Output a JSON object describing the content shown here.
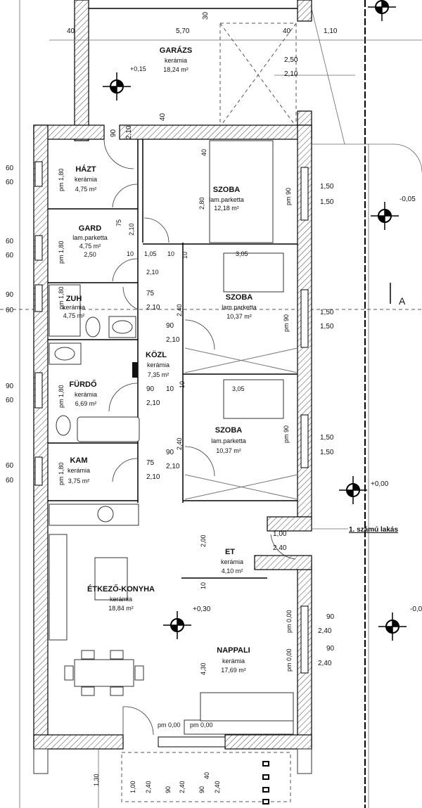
{
  "garage": {
    "name": "GARÁZS",
    "floor": "kerámia",
    "area": "18,24 m²",
    "level": "+0,15",
    "dims": [
      "40",
      "5,70",
      "40",
      "1,10",
      "30",
      "2,50",
      "2,10",
      "90",
      "2,10",
      "40"
    ]
  },
  "hazt": {
    "name": "HÁZT",
    "floor": "kerámia",
    "area": "4,75 m²",
    "sill": "pm 1,80",
    "win": [
      "60",
      "60"
    ]
  },
  "szoba1": {
    "name": "SZOBA",
    "floor": "lam.parketta",
    "area": "12,18 m²",
    "height": "2,80",
    "top": "40",
    "sill": "pm 90",
    "win": [
      "1,50",
      "1,50"
    ]
  },
  "gard": {
    "name": "GARD",
    "floor": "lam.parketta",
    "area": "4,75 m²",
    "extra": "2,50",
    "sill": "pm 1,80",
    "win": [
      "60",
      "60"
    ],
    "door": [
      "75",
      "2,10"
    ],
    "misc": [
      "10",
      "1,05",
      "2,10",
      "10",
      "10",
      "3,05"
    ]
  },
  "zuh": {
    "name": "ZUH",
    "floor": "kerámia",
    "area": "4,75 m²",
    "sill": "pm 1,80",
    "win": [
      "90",
      "60"
    ],
    "door": [
      "75",
      "2,10"
    ]
  },
  "szoba2": {
    "name": "SZOBA",
    "floor": "lam.parketta",
    "area": "10,37 m²",
    "height": "2,40",
    "sill": "pm 90",
    "win": [
      "1,50",
      "1,50"
    ],
    "door": [
      "90",
      "2,10"
    ]
  },
  "kozl": {
    "name": "KÖZL",
    "floor": "kerámia",
    "area": "7,35 m²"
  },
  "furdo": {
    "name": "FÜRDŐ",
    "floor": "kerámia",
    "area": "6,69 m²",
    "sill": "pm 1,80",
    "win": [
      "90",
      "60"
    ],
    "door": [
      "90",
      "10",
      "2,10"
    ],
    "misc": [
      "10",
      "3,05"
    ]
  },
  "szoba3": {
    "name": "SZOBA",
    "floor": "lam.parketta",
    "area": "10,37 m²",
    "height": "2,40",
    "sill": "pm 90",
    "win": [
      "1,50",
      "1,50"
    ],
    "door": [
      "90",
      "2,10"
    ]
  },
  "kam": {
    "name": "KAM",
    "floor": "kerámia",
    "area": "3,75 m²",
    "sill": "pm 1,80",
    "win": [
      "60",
      "60"
    ],
    "door": [
      "75",
      "2,10"
    ]
  },
  "et": {
    "name": "ET",
    "floor": "kerámia",
    "area": "4,10 m²",
    "height": "2,00",
    "door": [
      "1,00",
      "2,40"
    ],
    "misc": "10"
  },
  "konyha": {
    "name": "ÉTKEZŐ-KONYHA",
    "floor": "kerámia",
    "area": "18,84 m²"
  },
  "nappali": {
    "name": "NAPPALI",
    "floor": "kerámia",
    "area": "17,69 m²",
    "height": "4,30",
    "level": "+0,30",
    "win": [
      "90",
      "2,40",
      "90",
      "2,40"
    ],
    "sills": [
      "pm 0,00",
      "pm 0,00",
      "pm 0,00",
      "pm 0,00"
    ]
  },
  "bottom_dims": [
    "1,30",
    "1,00",
    "2,40",
    "90",
    "2,40",
    "90",
    "40",
    "2,40"
  ],
  "levels": {
    "ext1": "-0,05",
    "entry": "+0,00",
    "ext2": "-0,0"
  },
  "section_mark": "A",
  "unit_label": "1. számú lakás"
}
